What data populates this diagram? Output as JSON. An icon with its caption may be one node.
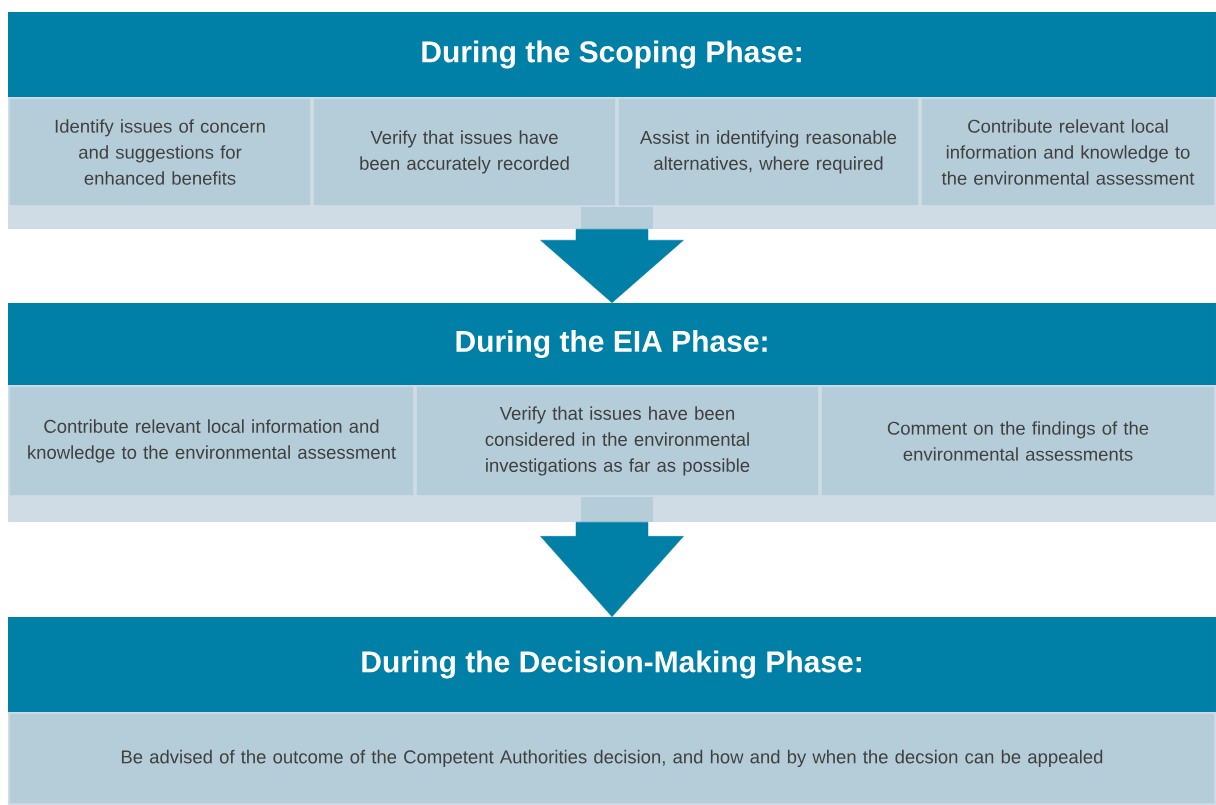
{
  "diagram": {
    "nodes": [
      {
        "text": [
          "During the Scoping Phase:"
        ]
      },
      {
        "text": [
          "Identify issues of concern and suggestions for enhanced benefits"
        ],
        "in": 0
      },
      {
        "text": [
          "Verify that issues have been accurately recorded"
        ],
        "in": 0
      },
      {
        "text": [
          "Assist in identifying reasonable alternatives, where required"
        ],
        "in": 0
      },
      {
        "text": [
          "Contribute relevant local information and knowledge to the environmental assessment"
        ],
        "in": 0
      },
      {
        "text": [
          "During the EIA Phase:"
        ]
      },
      {
        "text": [
          "Contribute relevant local information and knowledge to the environmental assessment"
        ],
        "in": 5
      },
      {
        "text": [
          "Verify that issues have been considered in the environmental investigations as far as possible"
        ],
        "in": 5
      },
      {
        "text": [
          "Comment on the findings of the environmental assessments"
        ],
        "in": 5
      },
      {
        "text": [
          "During the Decision-Making Phase:"
        ]
      },
      {
        "text": [
          "Be advised of the outcome of the Competent Authorities decision, and how and by when the decsion can be appealed"
        ],
        "in": 9
      }
    ],
    "edges": [
      {
        "from": 0,
        "to": 5,
        "arrow": "to"
      },
      {
        "from": 5,
        "to": 9,
        "arrow": "to"
      }
    ]
  }
}
